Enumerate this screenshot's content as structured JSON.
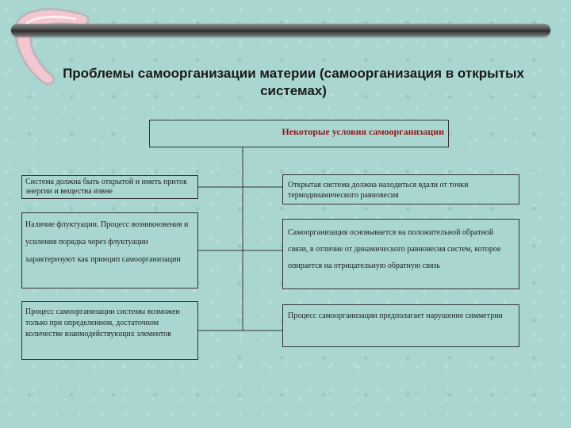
{
  "slide": {
    "title": "Проблемы самоорганизации материи (самоорганизация в открытых системах)"
  },
  "diagram": {
    "header": "Некоторые условия самоорганизации",
    "left": [
      "Система должна быть открытой и иметь приток энергии и вещества извне",
      "Наличие флуктуации. Процесс возникновения и усиления порядка через флуктуации характеризуют как принцип самоорганизации",
      "Процесс самоорганизации системы возможен только при определенном, достаточном количестве взаимодействующих элементов"
    ],
    "right": [
      "Открытая система должна находиться вдали от точки термодинамического равновесия",
      "Самоорганизация основывается на положительной обратной связи, в отличие от динамического равновесия систем, которое опирается на отрицательную обратную связь",
      "Процесс самоорганизации предполагает нарушение симметрии"
    ]
  },
  "colors": {
    "background": "#a9d6d0",
    "header_text": "#8b1a1a",
    "bar": "#3a3a3a",
    "logo_pink": "#f4c6d0"
  }
}
